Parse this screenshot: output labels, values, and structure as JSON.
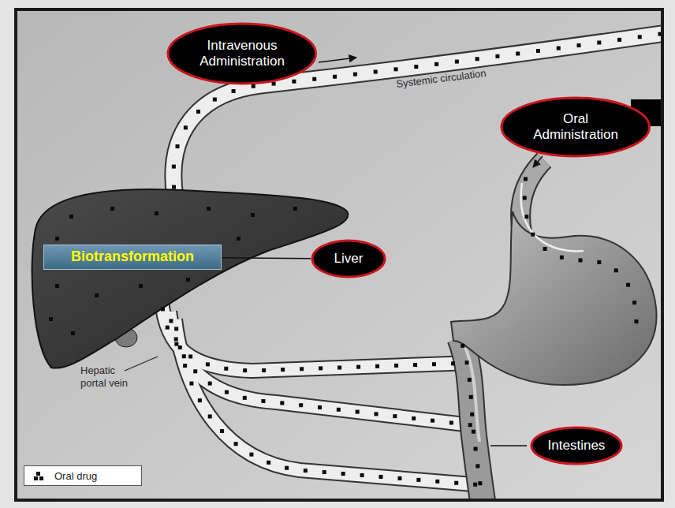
{
  "diagram": {
    "nodes": [
      {
        "text": [
          "Intravenous Administration"
        ]
      },
      {
        "text": [
          "Oral Administration"
        ]
      },
      {
        "text": [
          "Biotransformation"
        ]
      },
      {
        "text": [
          "Liver"
        ]
      },
      {
        "text": [
          "Intestines"
        ]
      }
    ],
    "edges": [
      {
        "from": 2,
        "to": 3,
        "arrow": "none"
      }
    ],
    "labels": [
      "Systemic circulation",
      "Hepatic portal vein"
    ],
    "legend": [
      {
        "text": "Oral drug"
      }
    ]
  }
}
